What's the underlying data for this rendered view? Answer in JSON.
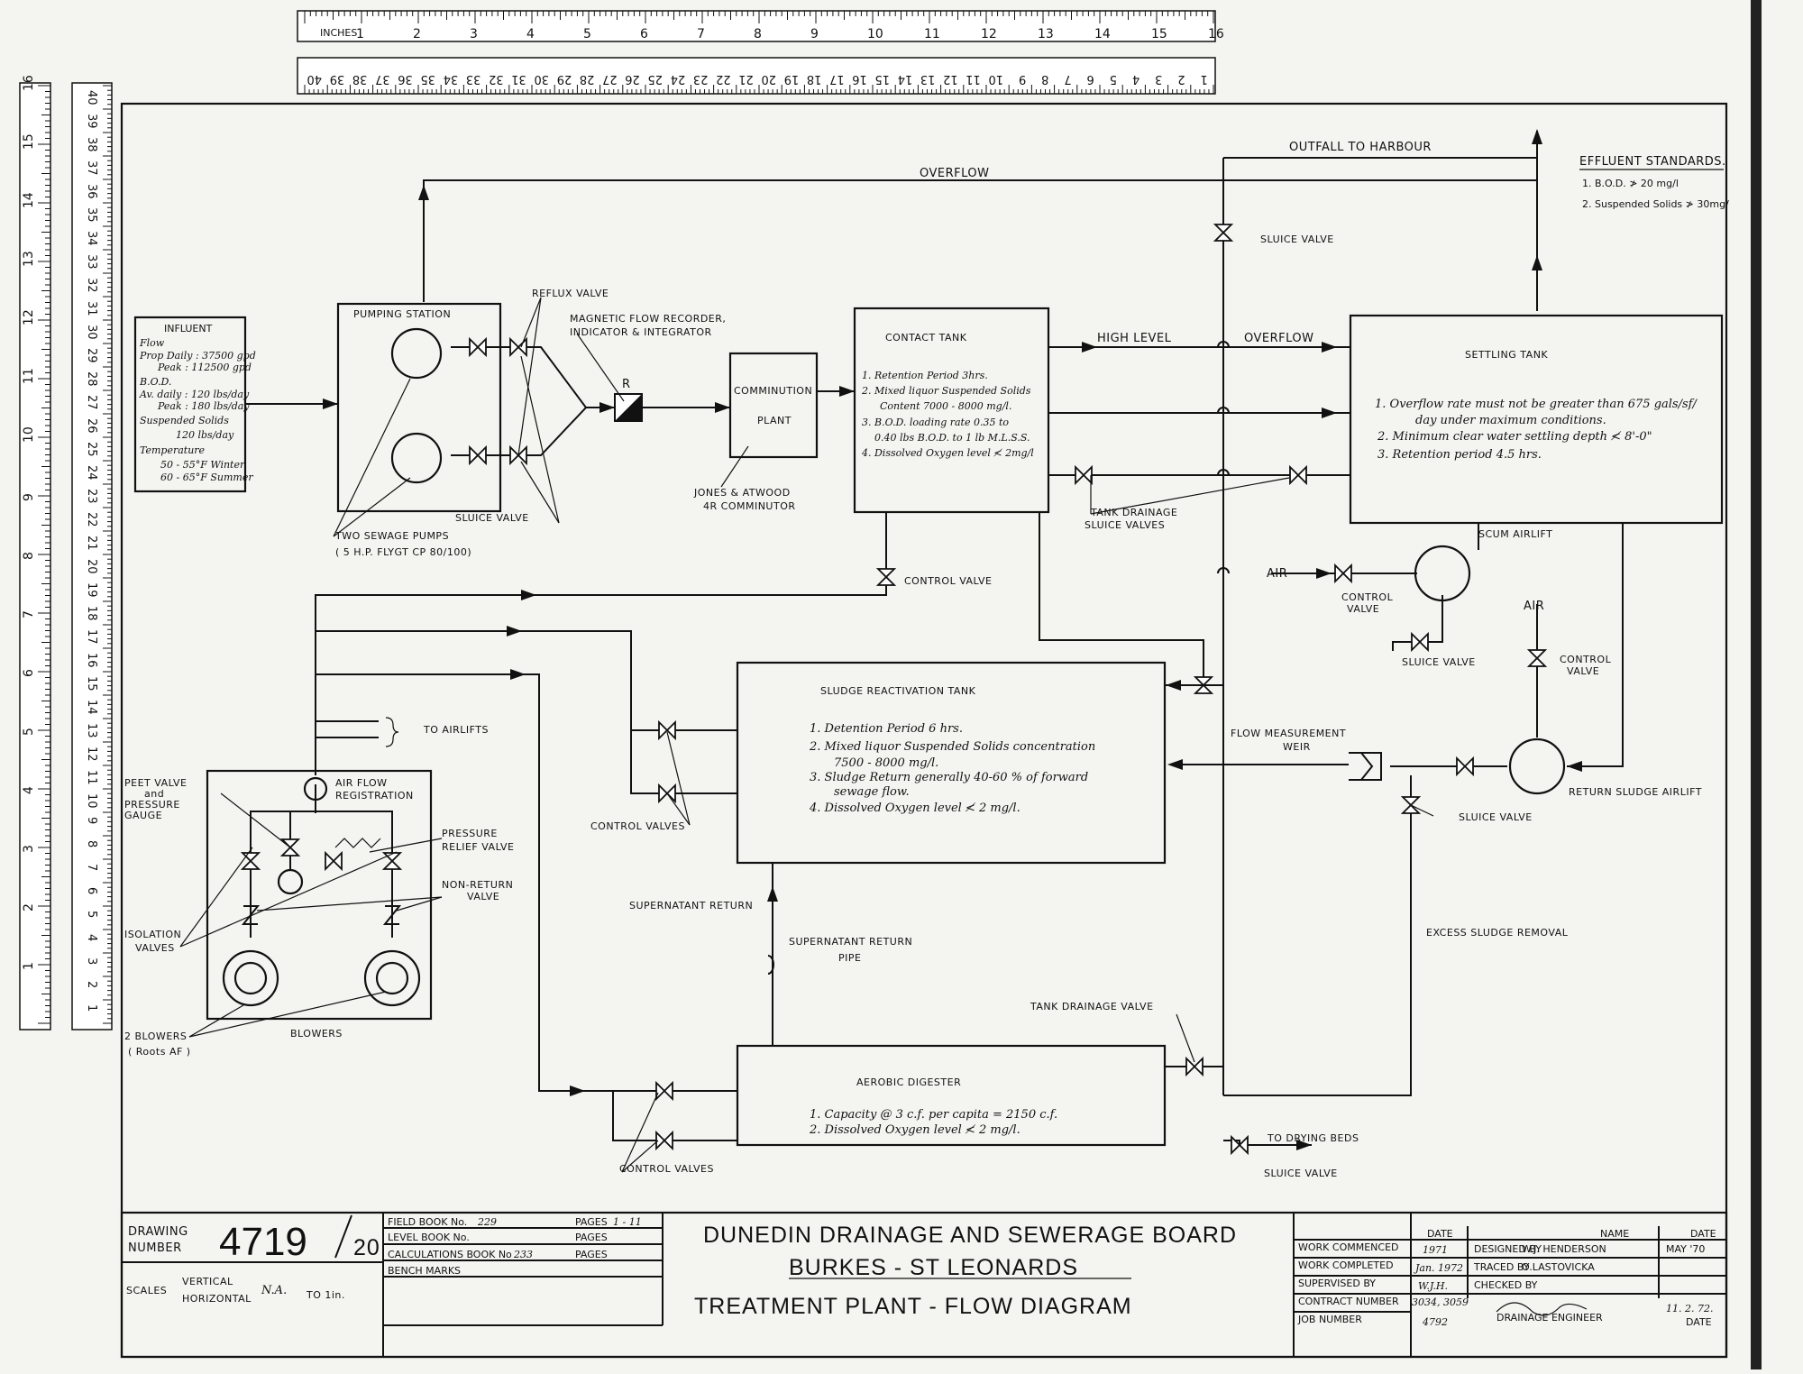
{
  "labels": {
    "outfall": "OUTFALL TO HARBOUR",
    "overflow_top": "OVERFLOW",
    "high_level": "HIGH LEVEL",
    "overflow_mid": "OVERFLOW",
    "sluice_valve_top": "SLUICE VALVE",
    "reflux_valve": "REFLUX VALVE",
    "mag_flow_1": "MAGNETIC FLOW RECORDER,",
    "mag_flow_2": "INDICATOR & INTEGRATOR",
    "recorder_r": "R",
    "sluice_valve_pumps": "SLUICE VALVE",
    "two_pumps": "TWO SEWAGE PUMPS",
    "pumps_spec": "( 5 H.P. FLYGT CP 80/100)",
    "jones_1": "JONES & ATWOOD",
    "jones_2": "4R COMMINUTOR",
    "control_valve_contact": "CONTROL VALVE",
    "tank_drain_1": "TANK DRAINAGE",
    "tank_drain_2": "SLUICE VALVES",
    "air_1": "AIR",
    "control_valve_scum_1": "CONTROL",
    "control_valve_scum_2": "VALVE",
    "scum_airlift": "SCUM AIRLIFT",
    "sluice_valve_scum": "SLUICE VALVE",
    "air_2": "AIR",
    "control_valve_ret_1": "CONTROL",
    "control_valve_ret_2": "VALVE",
    "to_airlifts": "TO AIRLIFTS",
    "flow_weir_1": "FLOW MEASUREMENT",
    "flow_weir_2": "WEIR",
    "return_airlift": "RETURN SLUDGE AIRLIFT",
    "sluice_valve_weir": "SLUICE VALVE",
    "control_valves_sludge": "CONTROL VALVES",
    "supernatant_return": "SUPERNATANT RETURN",
    "supernatant_pipe_1": "SUPERNATANT RETURN",
    "supernatant_pipe_2": "PIPE",
    "excess_sludge": "EXCESS SLUDGE REMOVAL",
    "tank_drain_valve": "TANK DRAINAGE VALVE",
    "to_drying_beds": "TO DRYING BEDS",
    "sluice_valve_digester": "SLUICE VALVE",
    "control_valves_digester": "CONTROL VALVES",
    "peet_1": "PEET VALVE",
    "peet_2": "and",
    "peet_3": "PRESSURE",
    "peet_4": "GAUGE",
    "air_flow_1": "AIR FLOW",
    "air_flow_2": "REGISTRATION",
    "pressure_relief_1": "PRESSURE",
    "pressure_relief_2": "RELIEF VALVE",
    "non_return_1": "NON-RETURN",
    "non_return_2": "VALVE",
    "isolation_1": "ISOLATION",
    "isolation_2": "VALVES",
    "two_blowers": "2 BLOWERS",
    "roots": "( Roots AF )",
    "blowers": "BLOWERS"
  },
  "effluent": {
    "title": "EFFLUENT STANDARDS.",
    "line1": "1. B.O.D. ≯ 20 mg/l",
    "line2": "2. Suspended Solids ≯ 30mg/"
  },
  "influent": {
    "title": "INFLUENT",
    "flow": "Flow",
    "dry": "Prop Daily : 37500 gpd",
    "peak": "Peak : 112500 gpd",
    "bod": "B.O.D.",
    "bod_daily": "Av. daily : 120 lbs/day",
    "bod_peak": "Peak : 180 lbs/day",
    "ss": "Suspended Solids",
    "ss_val": "120 lbs/day",
    "temp": "Temperature",
    "temp_winter": "50 - 55°F Winter",
    "temp_summer": "60 - 65°F Summer"
  },
  "pumping": {
    "title": "PUMPING STATION"
  },
  "comminution": {
    "line1": "COMMINUTION",
    "line2": "PLANT"
  },
  "contact": {
    "title": "CONTACT TANK",
    "l1": "1. Retention Period 3hrs.",
    "l2": "2. Mixed liquor Suspended Solids",
    "l2b": "Content 7000 - 8000 mg/l.",
    "l3": "3. B.O.D. loading rate 0.35 to",
    "l3b": "0.40 lbs B.O.D. to 1 lb M.L.S.S.",
    "l4": "4. Dissolved Oxygen level ≮ 2mg/l"
  },
  "settling": {
    "title": "SETTLING TANK",
    "l1": "1. Overflow rate must not be greater than 675 gals/sf/",
    "l1b": "day under maximum conditions.",
    "l2": "2. Minimum clear water settling depth ≮ 8'-0\"",
    "l3": "3. Retention period 4.5 hrs."
  },
  "sludge": {
    "title": "SLUDGE REACTIVATION TANK",
    "l1": "1. Detention Period 6 hrs.",
    "l2": "2. Mixed liquor Suspended Solids concentration",
    "l2b": "7500 - 8000 mg/l.",
    "l3": "3. Sludge Return generally 40-60 % of forward",
    "l3b": "sewage flow.",
    "l4": "4. Dissolved Oxygen level ≮ 2 mg/l."
  },
  "digester": {
    "title": "AEROBIC DIGESTER",
    "l1": "1. Capacity @ 3 c.f. per capita = 2150 c.f.",
    "l2": "2. Dissolved Oxygen level ≮ 2 mg/l."
  },
  "titleblock": {
    "drawing_label_1": "DRAWING",
    "drawing_label_2": "NUMBER",
    "drawing_number": "4719",
    "drawing_sheet": "20",
    "field_book": "FIELD BOOK No.",
    "field_book_val": "229",
    "level_book": "LEVEL BOOK No.",
    "calc_book": "CALCULATIONS BOOK No",
    "calc_book_val": "233",
    "bench_marks": "BENCH MARKS",
    "pages": "PAGES",
    "pages_val": "1 - 11",
    "scales": "SCALES",
    "vertical": "VERTICAL",
    "horizontal": "HORIZONTAL",
    "scale_val": "N.A.",
    "to_1in": "TO 1in.",
    "board": "DUNEDIN DRAINAGE AND SEWERAGE BOARD",
    "project": "BURKES - ST LEONARDS",
    "sheet_title": "TREATMENT PLANT - FLOW DIAGRAM",
    "date_hdr": "DATE",
    "work_commenced": "WORK COMMENCED",
    "work_commenced_val": "1971",
    "work_completed": "WORK COMPLETED",
    "work_completed_val": "Jan. 1972",
    "supervised": "SUPERVISED BY",
    "supervised_val": "W.J.H.",
    "contract": "CONTRACT NUMBER",
    "contract_val": "3034, 3059",
    "job": "JOB NUMBER",
    "job_val": "4792",
    "name_hdr": "NAME",
    "date_hdr2": "DATE",
    "designed": "DESIGNED BY",
    "designed_val": "W.J. HENDERSON",
    "designed_date": "MAY '70",
    "traced": "TRACED BY",
    "traced_val": "O.LASTOVICKA",
    "checked": "CHECKED BY",
    "engineer": "DRAINAGE ENGINEER",
    "engineer_date": "11. 2. 72.",
    "date_bottom": "DATE"
  },
  "ruler": {
    "inches_label": "INCHES",
    "inch_ticks": [
      "1",
      "2",
      "3",
      "4",
      "5",
      "6",
      "7",
      "8",
      "9",
      "10",
      "11",
      "12",
      "13",
      "14",
      "15",
      "16"
    ],
    "cm_ticks": [
      "40",
      "39",
      "38",
      "37",
      "36",
      "35",
      "34",
      "33",
      "32",
      "31",
      "30",
      "29",
      "28",
      "27",
      "26",
      "25",
      "24",
      "23",
      "22",
      "21",
      "20",
      "19",
      "18",
      "17",
      "16",
      "15",
      "14",
      "13",
      "12",
      "11",
      "10",
      "9",
      "8",
      "7",
      "6",
      "5",
      "4",
      "3",
      "2",
      "1"
    ]
  }
}
